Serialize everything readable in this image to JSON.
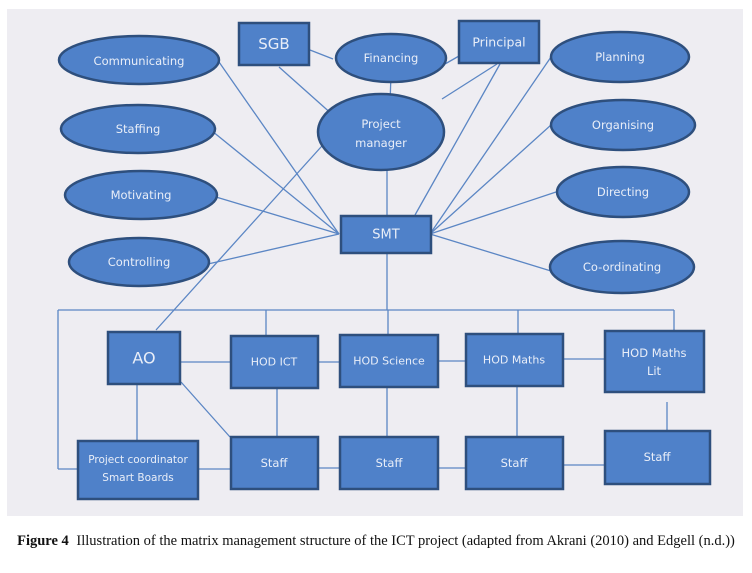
{
  "figure": {
    "caption_label": "Figure 4",
    "caption_text": "Illustration of the matrix management structure of the ICT project (adapted from Akrani (2010) and Edgell (n.d.))",
    "colors": {
      "node_fill": "#4f81c9",
      "node_stroke": "#2e4f7d",
      "line": "#5b86c4",
      "text": "#e9eef8",
      "background": "#eeedf2"
    },
    "nodes": {
      "communicating": {
        "label": "Communicating",
        "shape": "ellipse"
      },
      "staffing": {
        "label": "Staffing",
        "shape": "ellipse"
      },
      "motivating": {
        "label": "Motivating",
        "shape": "ellipse"
      },
      "controlling": {
        "label": "Controlling",
        "shape": "ellipse"
      },
      "sgb": {
        "label": "SGB",
        "shape": "rect"
      },
      "financing": {
        "label": "Financing",
        "shape": "ellipse"
      },
      "principal": {
        "label": "Principal",
        "shape": "rect"
      },
      "project_manager": {
        "label_line1": "Project",
        "label_line2": "manager",
        "shape": "ellipse"
      },
      "planning": {
        "label": "Planning",
        "shape": "ellipse"
      },
      "organising": {
        "label": "Organising",
        "shape": "ellipse"
      },
      "directing": {
        "label": "Directing",
        "shape": "ellipse"
      },
      "coordinating": {
        "label": "Co-ordinating",
        "shape": "ellipse"
      },
      "smt": {
        "label": "SMT",
        "shape": "rect"
      },
      "ao": {
        "label": "AO",
        "shape": "rect"
      },
      "hod_ict": {
        "label": "HOD ICT",
        "shape": "rect"
      },
      "hod_science": {
        "label": "HOD Science",
        "shape": "rect"
      },
      "hod_maths": {
        "label": "HOD Maths",
        "shape": "rect"
      },
      "hod_maths_lit": {
        "label_line1": "HOD Maths",
        "label_line2": "Lit",
        "shape": "rect"
      },
      "project_coordinator": {
        "label_line1": "Project coordinator",
        "label_line2": "Smart Boards",
        "shape": "rect"
      },
      "staff_ict": {
        "label": "Staff",
        "shape": "rect"
      },
      "staff_science": {
        "label": "Staff",
        "shape": "rect"
      },
      "staff_maths": {
        "label": "Staff",
        "shape": "rect"
      },
      "staff_maths_lit": {
        "label": "Staff",
        "shape": "rect"
      }
    },
    "edges": [
      [
        "sgb",
        "financing"
      ],
      [
        "financing",
        "principal"
      ],
      [
        "financing",
        "project_manager"
      ],
      [
        "sgb",
        "project_manager"
      ],
      [
        "principal",
        "project_manager"
      ],
      [
        "principal",
        "smt"
      ],
      [
        "project_manager",
        "smt"
      ],
      [
        "project_manager",
        "ao"
      ],
      [
        "communicating",
        "smt"
      ],
      [
        "staffing",
        "smt"
      ],
      [
        "motivating",
        "smt"
      ],
      [
        "controlling",
        "smt"
      ],
      [
        "planning",
        "smt"
      ],
      [
        "organising",
        "smt"
      ],
      [
        "directing",
        "smt"
      ],
      [
        "coordinating",
        "smt"
      ],
      [
        "smt",
        "hod_ict"
      ],
      [
        "smt",
        "hod_science"
      ],
      [
        "smt",
        "hod_maths"
      ],
      [
        "smt",
        "hod_maths_lit"
      ],
      [
        "smt",
        "project_coordinator"
      ],
      [
        "ao",
        "hod_ict"
      ],
      [
        "hod_ict",
        "hod_science"
      ],
      [
        "hod_science",
        "hod_maths"
      ],
      [
        "hod_maths",
        "hod_maths_lit"
      ],
      [
        "ao",
        "project_coordinator"
      ],
      [
        "ao",
        "staff_ict"
      ],
      [
        "hod_ict",
        "staff_ict"
      ],
      [
        "hod_science",
        "staff_science"
      ],
      [
        "hod_maths",
        "staff_maths"
      ],
      [
        "hod_maths_lit",
        "staff_maths_lit"
      ],
      [
        "project_coordinator",
        "staff_ict"
      ],
      [
        "staff_ict",
        "staff_science"
      ],
      [
        "staff_science",
        "staff_maths"
      ],
      [
        "staff_maths",
        "staff_maths_lit"
      ]
    ]
  }
}
